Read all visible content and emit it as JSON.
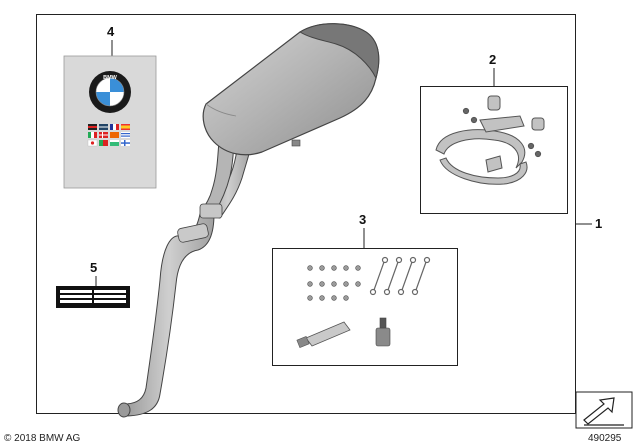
{
  "callouts": {
    "item_1": "1",
    "item_2": "2",
    "item_3": "3",
    "item_4": "4",
    "item_5": "5"
  },
  "manual": {
    "logo_text": "BMW"
  },
  "footer": {
    "copyright": "© 2018 BMW AG",
    "diagram_number": "490295"
  },
  "colors": {
    "line": "#222222",
    "part_fill": "#bfbfbf",
    "part_dark": "#8f8f8f",
    "manual_bg": "#d9d9d9",
    "bmw_blue": "#3a8fd8"
  },
  "icons": [
    "bmw-roundel-icon",
    "language-flags-icon",
    "direction-arrow-icon"
  ]
}
